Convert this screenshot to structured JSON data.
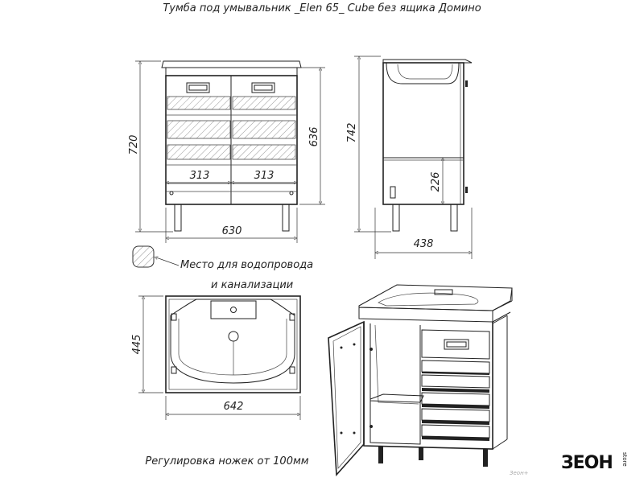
{
  "title": "Тумба под умывальник _Elen 65_ Cube без ящика  Домино",
  "dimensions": {
    "front_height": "720",
    "door_height": "636",
    "door_width_left": "313",
    "door_width_right": "313",
    "front_width": "630",
    "side_height": "742",
    "shelf_height": "226",
    "side_depth": "438",
    "sink_depth": "445",
    "sink_width": "642"
  },
  "legend": {
    "line1": "Место для водопровода",
    "line2": "и канализации"
  },
  "note": "Регулировка ножек от 100мм",
  "brand": {
    "logo": "ЗЕОН",
    "logo_side": "store",
    "watermark": "Зеон+"
  }
}
